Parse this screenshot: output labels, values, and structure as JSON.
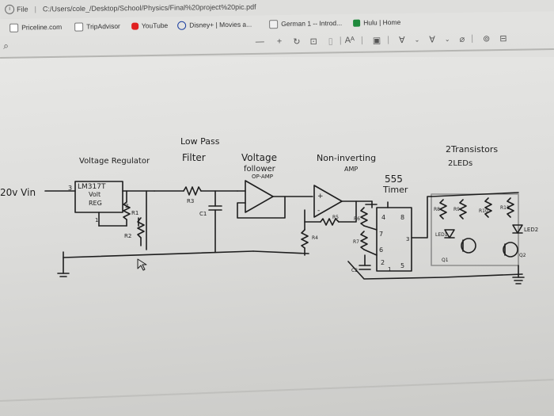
{
  "browser": {
    "address": "C:/Users/cole_/Desktop/School/Physics/Final%20project%20pic.pdf",
    "file_label": "File",
    "bookmarks": [
      {
        "label": "Priceline.com",
        "icon": "page-icon",
        "color": "#ffffff"
      },
      {
        "label": "TripAdvisor",
        "icon": "page-icon",
        "color": "#ffffff"
      },
      {
        "label": "YouTube",
        "icon": "youtube-icon",
        "color": "#e02020"
      },
      {
        "label": "Disney+ | Movies a...",
        "icon": "disney-icon",
        "color": "#1b3fa0"
      },
      {
        "label": "German 1 -- Introd...",
        "icon": "lesson-icon",
        "color": "#7a7a7a"
      },
      {
        "label": "Hulu | Home",
        "icon": "hulu-icon",
        "color": "#1f8a3c"
      }
    ]
  },
  "pdf_toolbar": {
    "zoom_out": "—",
    "zoom_in": "+",
    "text_tool": "Aᴬ"
  },
  "schematic": {
    "input_label": "20v Vin",
    "regulator": {
      "title": "Voltage Regulator",
      "part": "LM317T",
      "line2": "Volt",
      "line3": "REG",
      "pin_in": "3",
      "pin_out": "2",
      "pin_adj": "1"
    },
    "resistor_r1": "R1",
    "resistor_r2": "R2",
    "lowpass": {
      "title_1": "Low Pass",
      "title_2": "Filter",
      "resistor": "R3",
      "capacitor": "C1"
    },
    "follower": {
      "title_1": "Voltage",
      "title_2": "follower",
      "title_3": "OP-AMP"
    },
    "noninv": {
      "title_1": "Non-inverting",
      "title_2": "AMP",
      "pos": "+",
      "neg": "-",
      "r_feedback": "R5",
      "r_ground": "R4"
    },
    "timer": {
      "title_1": "555",
      "title_2": "Timer",
      "pins": [
        "4",
        "8",
        "7",
        "6",
        "2",
        "5",
        "3",
        "1"
      ],
      "r_a": "R6",
      "r_b": "R7",
      "cap": "C2"
    },
    "transistors": {
      "title_1": "2Transistors",
      "title_2": "2LEDs",
      "resistors": [
        "R8",
        "R9",
        "R10",
        "R11"
      ],
      "led_labels": [
        "LED1",
        "LED2"
      ],
      "q_labels": [
        "Q1",
        "Q2"
      ]
    }
  }
}
